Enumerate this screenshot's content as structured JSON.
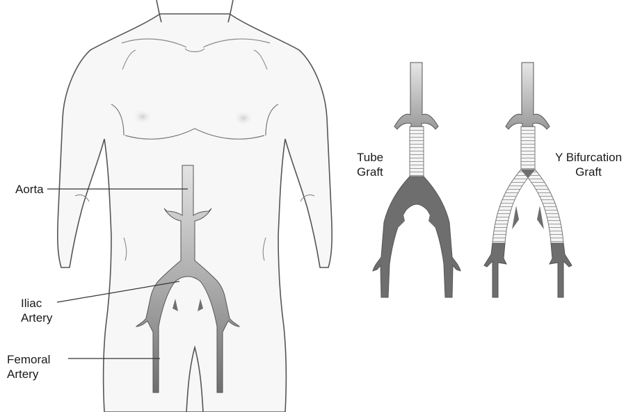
{
  "labels": {
    "aorta": "Aorta",
    "iliac_line1": "Iliac",
    "iliac_line2": "Artery",
    "femoral_line1": "Femoral",
    "femoral_line2": "Artery",
    "tube_line1": "Tube",
    "tube_line2": "Graft",
    "ybif_line1": "Y Bifurcation",
    "ybif_line2": "Graft"
  },
  "colors": {
    "skin": "#f6f6f6",
    "outline": "#555555",
    "artery_dark": "#6e6e6e",
    "artery_mid": "#9a9a9a",
    "artery_light": "#d4d4d4",
    "graft": "#f2f2f2",
    "graft_rib": "#a0a0a0"
  }
}
